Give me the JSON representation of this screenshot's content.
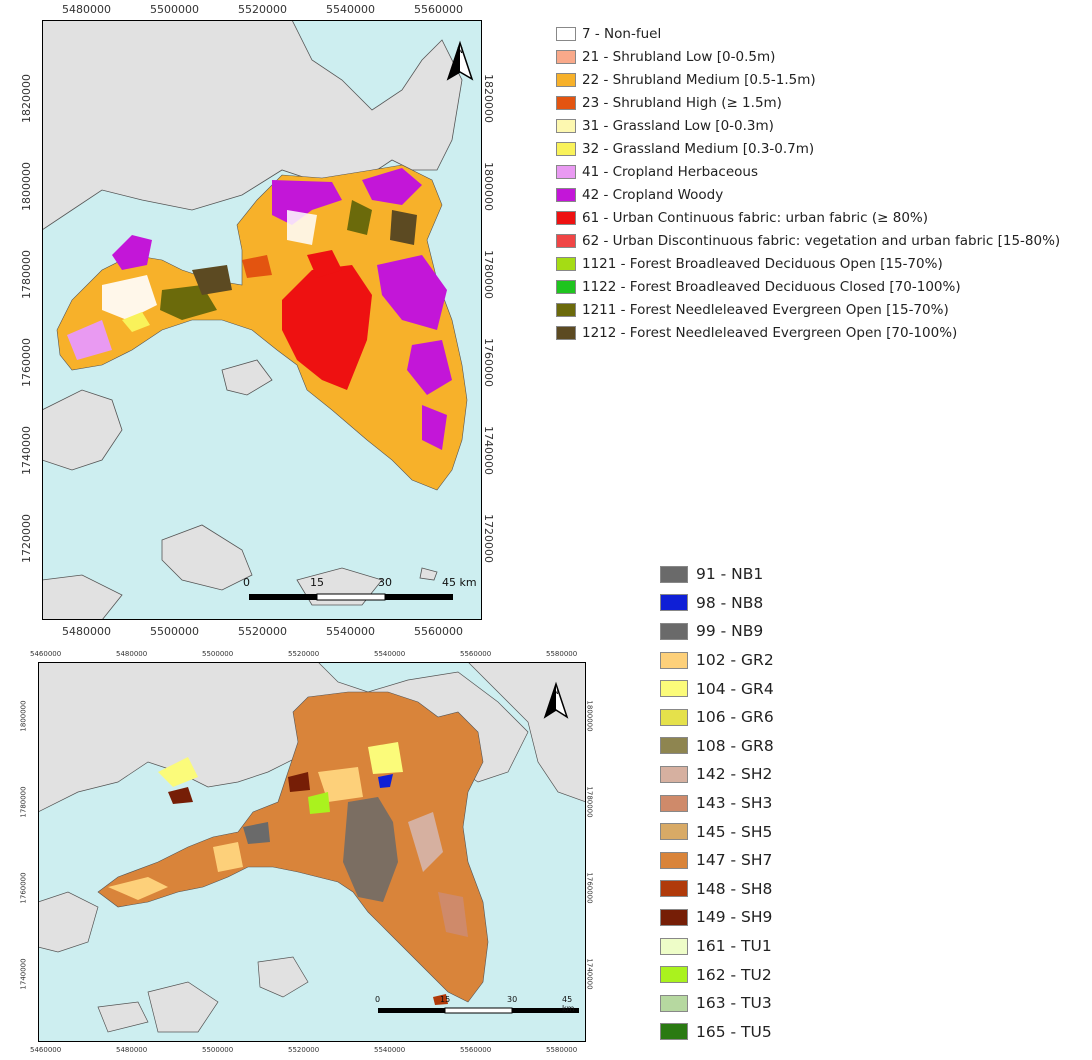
{
  "colors": {
    "sea": "#cdeef0",
    "land": "#e1e1e1",
    "coast": "#555555",
    "frame": "#000000"
  },
  "map1": {
    "x_ticks": [
      "5480000",
      "5500000",
      "5520000",
      "5540000",
      "5560000"
    ],
    "y_ticks": [
      "1820000",
      "1800000",
      "1780000",
      "1760000",
      "1740000",
      "1720000"
    ],
    "north_label": "N",
    "north_icon": "north-arrow-icon",
    "scalebar": {
      "labels": [
        "0",
        "15",
        "30",
        "45 km"
      ]
    }
  },
  "map2": {
    "x_ticks": [
      "5460000",
      "5480000",
      "5500000",
      "5520000",
      "5540000",
      "5560000",
      "5580000"
    ],
    "y_ticks": [
      "1800000",
      "1780000",
      "1760000",
      "1740000"
    ],
    "north_label": "N",
    "north_icon": "north-arrow-icon",
    "scalebar": {
      "labels": [
        "0",
        "15",
        "30",
        "45 km"
      ]
    }
  },
  "legend1": [
    {
      "label": "7 - Non-fuel",
      "color": "#ffffff"
    },
    {
      "label": "21 - Shrubland Low [0-0.5m)",
      "color": "#f9a98a"
    },
    {
      "label": "22 - Shrubland Medium [0.5-1.5m)",
      "color": "#f7b12a"
    },
    {
      "label": "23 - Shrubland High (≥ 1.5m)",
      "color": "#e35410"
    },
    {
      "label": "31 - Grassland Low [0-0.3m)",
      "color": "#fdf8b0"
    },
    {
      "label": "32 - Grassland Medium [0.3-0.7m)",
      "color": "#f9f25a"
    },
    {
      "label": "41 - Cropland Herbaceous",
      "color": "#e99af2"
    },
    {
      "label": "42 - Cropland Woody",
      "color": "#c316d8"
    },
    {
      "label": "61 - Urban Continuous fabric: urban fabric (≥ 80%)",
      "color": "#ee1111"
    },
    {
      "label": "62 - Urban Discontinuous fabric: vegetation and urban fabric [15-80%)",
      "color": "#f04545"
    },
    {
      "label": "1121 - Forest Broadleaved Deciduous Open [15-70%)",
      "color": "#a5dc14"
    },
    {
      "label": "1122 - Forest Broadleaved Deciduous Closed [70-100%)",
      "color": "#1fc41f"
    },
    {
      "label": "1211 - Forest Needleleaved Evergreen Open [15-70%)",
      "color": "#6b6a0b"
    },
    {
      "label": "1212 - Forest Needleleaved Evergreen Open [70-100%)",
      "color": "#5c4a22"
    }
  ],
  "legend2": [
    {
      "label": "91 - NB1",
      "color": "#6a6a6a"
    },
    {
      "label": "98 - NB8",
      "color": "#0f1fd6"
    },
    {
      "label": "99 - NB9",
      "color": "#6a6a6a"
    },
    {
      "label": "102 - GR2",
      "color": "#fdd07a"
    },
    {
      "label": "104 - GR4",
      "color": "#fbfb7a"
    },
    {
      "label": "106 - GR6",
      "color": "#e5e14b"
    },
    {
      "label": "108 - GR8",
      "color": "#8e8550"
    },
    {
      "label": "142 - SH2",
      "color": "#d6b0a0"
    },
    {
      "label": "143 - SH3",
      "color": "#cf8a6a"
    },
    {
      "label": "145 - SH5",
      "color": "#d8aa66"
    },
    {
      "label": "147 - SH7",
      "color": "#d9843a"
    },
    {
      "label": "148 - SH8",
      "color": "#b03a0a"
    },
    {
      "label": "149 - SH9",
      "color": "#761e06"
    },
    {
      "label": "161 - TU1",
      "color": "#eefdc8"
    },
    {
      "label": "162 - TU2",
      "color": "#aaf21e"
    },
    {
      "label": "163 - TU3",
      "color": "#b6d8a0"
    },
    {
      "label": "165 - TU5",
      "color": "#2a7a12"
    }
  ]
}
